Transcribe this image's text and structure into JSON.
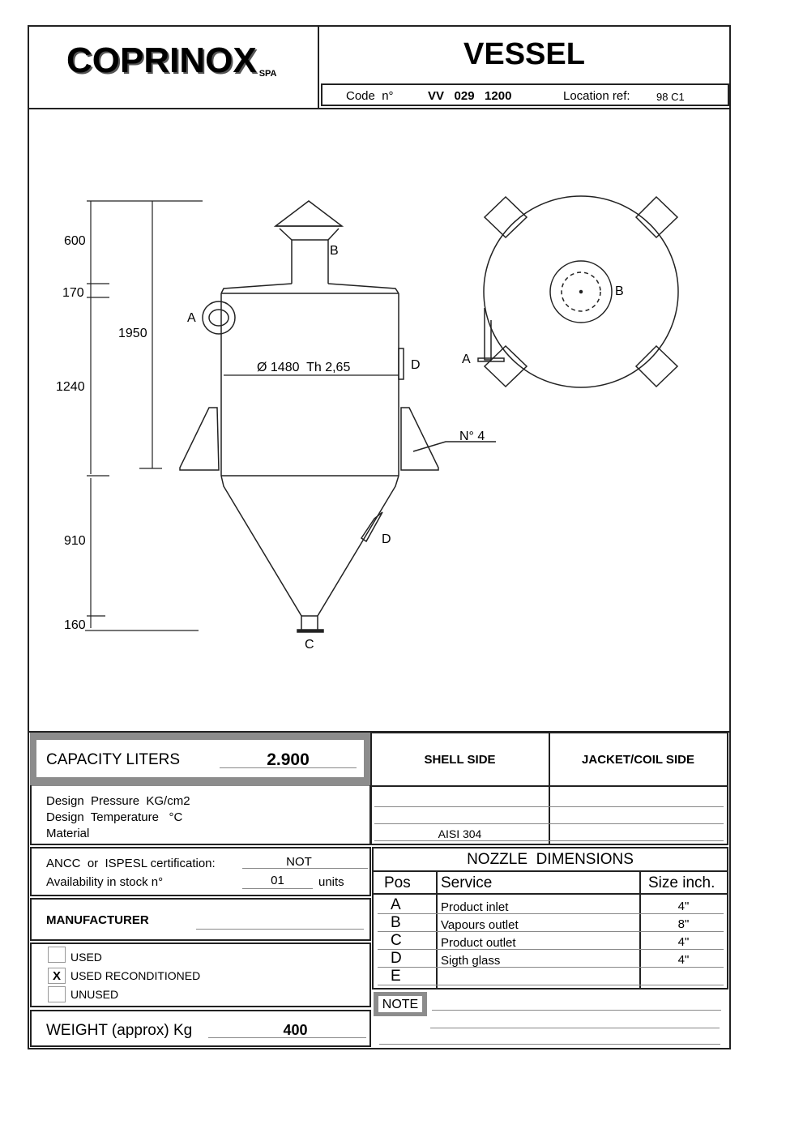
{
  "header": {
    "logo": "COPRINOX",
    "logo_suffix": "SPA",
    "title": "VESSEL",
    "code_label": "Code  n°",
    "code_value": "VV   029   1200",
    "location_label": "Location ref:",
    "location_value": "98 C1"
  },
  "drawing": {
    "dims": {
      "d600": "600",
      "d170": "170",
      "d1950": "1950",
      "d1240": "1240",
      "d910": "910",
      "d160": "160"
    },
    "diameter": "Ø 1480  Th 2,65",
    "supports": "N° 4",
    "labels": {
      "A": "A",
      "B": "B",
      "C": "C",
      "D": "D"
    }
  },
  "capacity": {
    "label": "CAPACITY LITERS",
    "value": "2.900"
  },
  "columns": {
    "shell": "SHELL SIDE",
    "jacket": "JACKET/COIL SIDE"
  },
  "design": {
    "pressure": "Design  Pressure  KG/cm2",
    "temperature": "Design  Temperature   °C",
    "material": "Material",
    "shell_material": "AISI 304"
  },
  "certification": {
    "label": "ANCC  or  ISPESL certification:",
    "value": "NOT"
  },
  "stock": {
    "label": "Availability in stock n°",
    "value": "01",
    "unit": "units"
  },
  "manufacturer": {
    "label": "MANUFACTURER"
  },
  "condition": [
    {
      "label": "USED",
      "mark": ""
    },
    {
      "label": "USED RECONDITIONED",
      "mark": "X"
    },
    {
      "label": "UNUSED",
      "mark": ""
    }
  ],
  "weight": {
    "label": "WEIGHT (approx) Kg",
    "value": "400"
  },
  "nozzles": {
    "title": "NOZZLE  DIMENSIONS",
    "headers": [
      "Pos",
      "Service",
      "Size inch."
    ],
    "rows": [
      {
        "pos": "A",
        "service": "Product inlet",
        "size": "4\""
      },
      {
        "pos": "B",
        "service": "Vapours outlet",
        "size": "8\""
      },
      {
        "pos": "C",
        "service": "Product outlet",
        "size": "4\""
      },
      {
        "pos": "D",
        "service": "Sigth glass",
        "size": "4\""
      },
      {
        "pos": "E",
        "service": "",
        "size": ""
      }
    ]
  },
  "note": {
    "label": "NOTE"
  }
}
